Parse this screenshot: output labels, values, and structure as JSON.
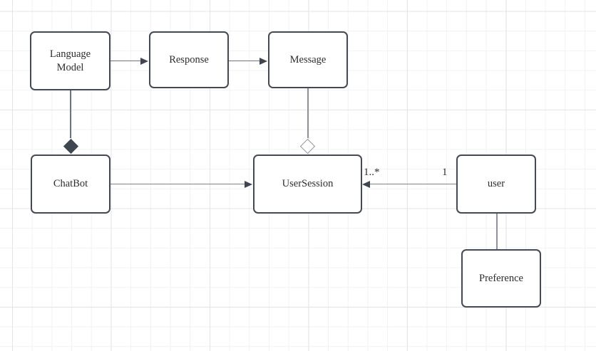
{
  "canvas": {
    "background": "#ffffff",
    "grid_minor_color": "#f2f2f2",
    "grid_major_color": "#e4e4e4"
  },
  "colors": {
    "node_border": "#434a54",
    "node_fill": "#ffffff",
    "edge_line": "#6e747d",
    "tree_line": "#8f949c",
    "arrowhead": "#3f4651",
    "composition_diamond_fill": "#3f4651",
    "aggregation_diamond_border": "#8f949c",
    "text": "#2d2d2d"
  },
  "nodes": {
    "language_model": {
      "label": "Language Model"
    },
    "response": {
      "label": "Response"
    },
    "message": {
      "label": "Message"
    },
    "chatbot": {
      "label": "ChatBot"
    },
    "user_session": {
      "label": "UserSession"
    },
    "user": {
      "label": "user"
    },
    "preference": {
      "label": "Preference"
    }
  },
  "edges": [
    {
      "from": "Language Model",
      "to": "Response",
      "type": "arrow"
    },
    {
      "from": "Response",
      "to": "Message",
      "type": "arrow"
    },
    {
      "from": "Language Model",
      "to": "ChatBot",
      "type": "composition",
      "filled_diamond_at": "ChatBot"
    },
    {
      "from": "Message",
      "to": "UserSession",
      "type": "aggregation",
      "hollow_diamond_at": "UserSession"
    },
    {
      "from": "ChatBot",
      "to": "UserSession",
      "type": "arrow"
    },
    {
      "from": "user",
      "to": "UserSession",
      "type": "arrow",
      "label_at_target": "1..*",
      "label_at_source": "1"
    },
    {
      "from": "user",
      "to": "Preference",
      "type": "line"
    }
  ],
  "edge_labels": {
    "user_session_multiplicity": "1..*",
    "user_multiplicity": "1"
  }
}
